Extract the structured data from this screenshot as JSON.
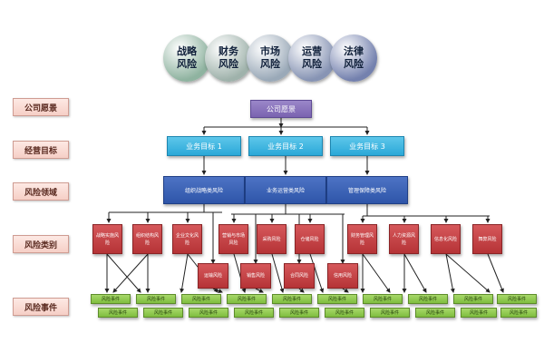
{
  "categories": [
    {
      "label": "战略\n风险",
      "color": "#8fb3a0"
    },
    {
      "label": "财务\n风险",
      "color": "#9fb2ab"
    },
    {
      "label": "市场\n风险",
      "color": "#9aa9b8"
    },
    {
      "label": "运营\n风险",
      "color": "#8794b4"
    },
    {
      "label": "法律\n风险",
      "color": "#7481ae"
    }
  ],
  "row_labels": {
    "vision": "公司愿景",
    "goals": "经营目标",
    "domains": "风险领域",
    "types": "风险类别",
    "events": "风险事件"
  },
  "vision": "公司愿景",
  "goals": [
    "业务目标 1",
    "业务目标 2",
    "业务目标 3"
  ],
  "domains": [
    "组织战略类风险",
    "业务运营类风险",
    "管理保障类风险"
  ],
  "risk_types_top": [
    "战略实施风险",
    "组织结构风险",
    "企业文化风险",
    "营销与市场风险",
    "采购风险",
    "仓储风险",
    "财务管理风险",
    "人力资源风险",
    "信息化风险",
    "舞弊风险"
  ],
  "risk_types_bottom": [
    "运输风险",
    "销售风险",
    "合同风险",
    "信用风险"
  ],
  "events_row1": [
    "风险事件",
    "风险事件",
    "风险事件",
    "风险事件",
    "风险事件",
    "风险事件",
    "风险事件",
    "风险事件",
    "风险事件",
    "风险事件"
  ],
  "events_row2": [
    "风险事件",
    "风险事件",
    "风险事件",
    "风险事件",
    "风险事件",
    "风险事件",
    "风险事件",
    "风险事件",
    "风险事件",
    "风险事件"
  ]
}
